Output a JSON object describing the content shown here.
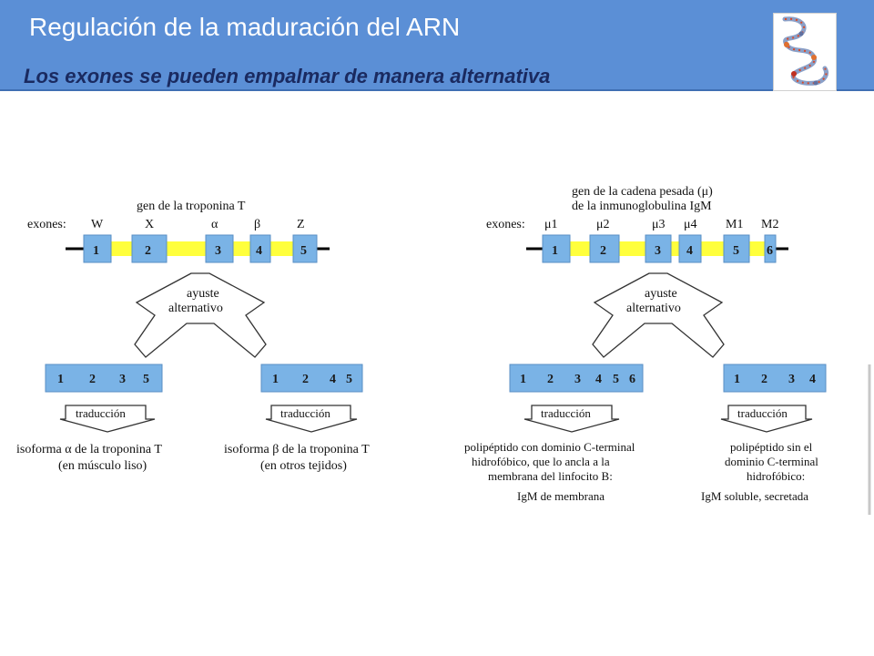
{
  "header": {
    "title": "Regulación de la maduración del ARN",
    "subtitle": "Los exones se pueden empalmar de manera alternativa"
  },
  "colors": {
    "header_bg": "#5b8fd6",
    "exon_blue": "#7ab3e6",
    "intron_yellow": "#ffff3c"
  },
  "left": {
    "gene_title": "gen de la troponina T",
    "exons_label": "exones:",
    "exon_names": [
      "W",
      "X",
      "α",
      "β",
      "Z"
    ],
    "exon_numbers": [
      "1",
      "2",
      "3",
      "4",
      "5"
    ],
    "splice_label_1": "ayuste",
    "splice_label_2": "alternativo",
    "mrna_a": [
      "1",
      "2",
      "3",
      "5"
    ],
    "mrna_b": [
      "1",
      "2",
      "4",
      "5"
    ],
    "translation": "traducción",
    "product_a_1": "isoforma α de la troponina T",
    "product_a_2": "(en músculo liso)",
    "product_b_1": "isoforma β de la troponina T",
    "product_b_2": "(en otros tejidos)"
  },
  "right": {
    "gene_title_1": "gen de la cadena pesada (μ)",
    "gene_title_2": "de la inmunoglobulina IgM",
    "exons_label": "exones:",
    "exon_names": [
      "μ1",
      "μ2",
      "μ3",
      "μ4",
      "M1",
      "M2"
    ],
    "exon_numbers": [
      "1",
      "2",
      "3",
      "4",
      "5",
      "6"
    ],
    "splice_label_1": "ayuste",
    "splice_label_2": "alternativo",
    "mrna_a": [
      "1",
      "2",
      "3",
      "4",
      "5",
      "6"
    ],
    "mrna_b": [
      "1",
      "2",
      "3",
      "4"
    ],
    "translation": "traducción",
    "product_a_1": "polipéptido con dominio C-terminal",
    "product_a_2": "hidrofóbico, que lo ancla a la",
    "product_a_3": "membrana del linfocito B:",
    "product_a_4": "IgM de membrana",
    "product_b_1": "polipéptido sin el",
    "product_b_2": "dominio C-terminal",
    "product_b_3": "hidrofóbico:",
    "product_b_4": "IgM soluble, secretada"
  }
}
